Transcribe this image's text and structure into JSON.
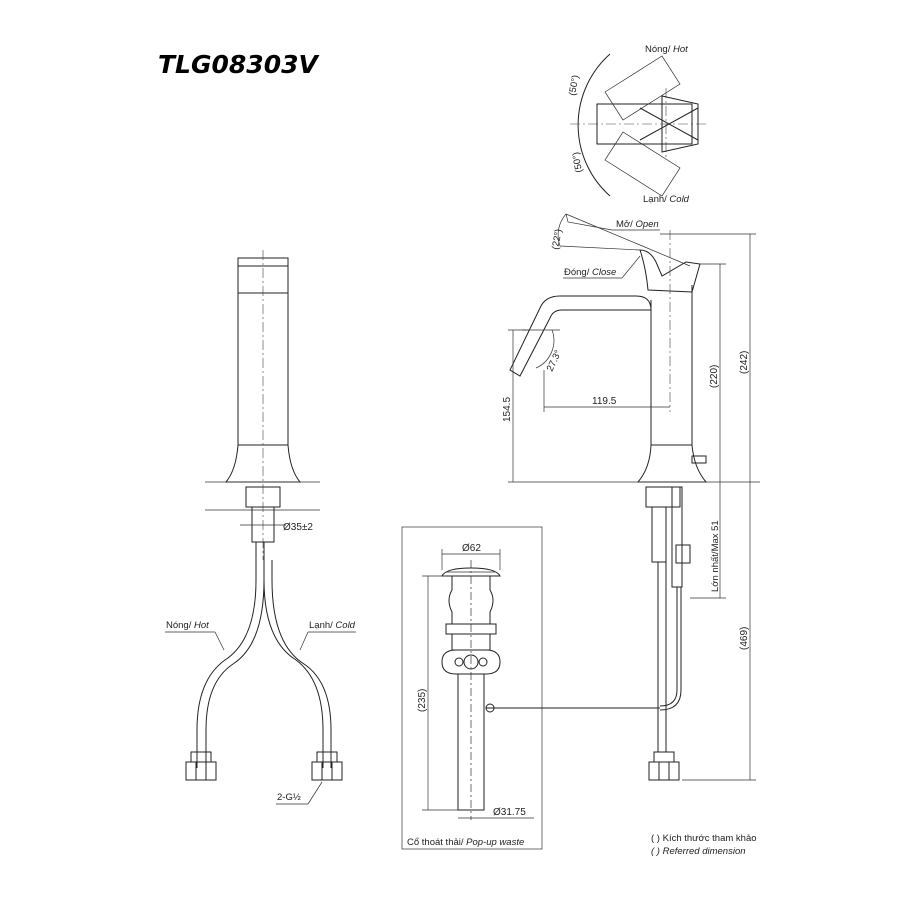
{
  "title": "TLG08303V",
  "handle_top": {
    "hot_label": "Nóng/",
    "hot_label_en": "Hot",
    "cold_label": "Lạnh/",
    "cold_label_en": "Cold",
    "angle_upper": "(50°)",
    "angle_lower": "(50°)"
  },
  "side_view": {
    "open_label": "Mở/",
    "open_label_en": "Open",
    "close_label": "Đóng/",
    "close_label_en": "Close",
    "angle_handle": "(22°)",
    "angle_spout": "27.3°",
    "dim_spout_reach": "119.5",
    "dim_spout_height": "154.5",
    "dim_220": "(220)",
    "dim_242": "(242)",
    "dim_max51": "Lớn nhất/Max 51",
    "dim_469": "(469)"
  },
  "front_view": {
    "dim_hole": "Ø35±2",
    "hot_label": "Nóng/",
    "hot_label_en": "Hot",
    "cold_label": "Lạnh/",
    "cold_label_en": "Cold",
    "connector": "2-G½"
  },
  "popup": {
    "dim_top": "Ø62",
    "dim_length": "(235)",
    "dim_pipe": "Ø31.75",
    "caption": "Cổ thoát thải/",
    "caption_en": "Pop-up waste"
  },
  "notes": {
    "line1": "( ) Kích thước tham khảo",
    "line2": "( ) Referred dimension"
  }
}
